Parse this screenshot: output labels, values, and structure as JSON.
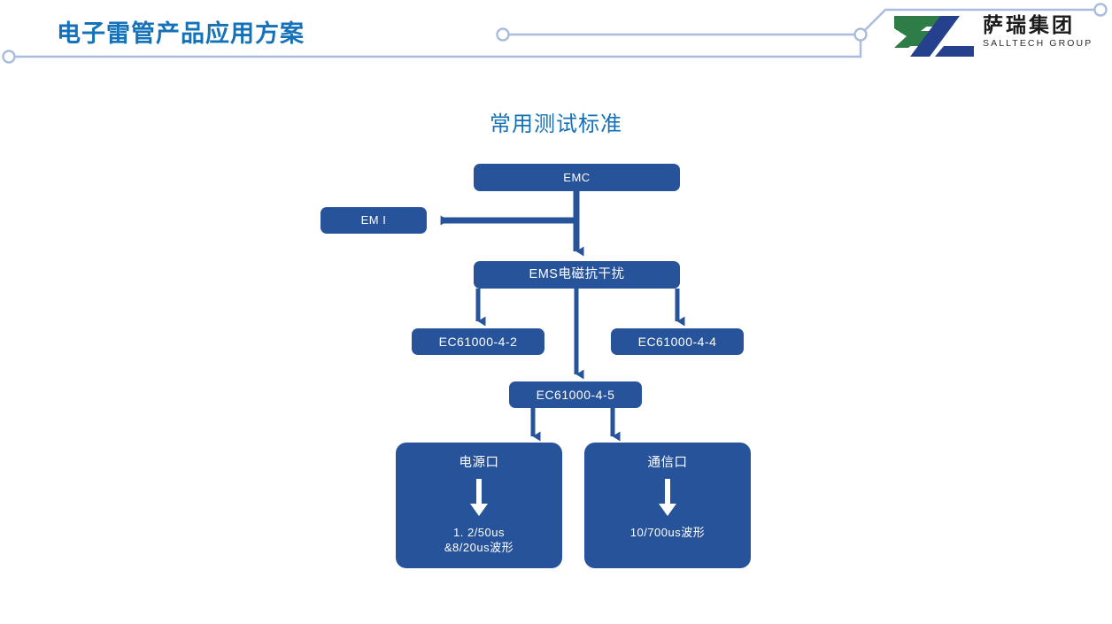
{
  "header": {
    "title": "电子雷管产品应用方案",
    "title_color": "#1572B8",
    "deco_line_color": "#A9BCDD"
  },
  "logo": {
    "name_cn": "萨瑞集团",
    "name_en": "SALLTECH GROUP",
    "mark_green": "#2E7D46",
    "mark_blue": "#25418E"
  },
  "section": {
    "title": "常用测试标准",
    "title_color": "#1572B8"
  },
  "diagram": {
    "node_fill": "#27539B",
    "node_text": "#FFFFFF",
    "arrow_color": "#27539B",
    "nodes": {
      "emc": "EMC",
      "emi": "EM I",
      "ems": "EMS电磁抗干扰",
      "ec61000_4_2": "EC61000-4-2",
      "ec61000_4_4": "EC61000-4-4",
      "ec61000_4_5": "EC61000-4-5",
      "power_port": {
        "title": "电源口",
        "line1": "1. 2/50us",
        "line2": "&8/20us波形"
      },
      "comm_port": {
        "title": "通信口",
        "line1": "10/700us波形"
      }
    }
  }
}
